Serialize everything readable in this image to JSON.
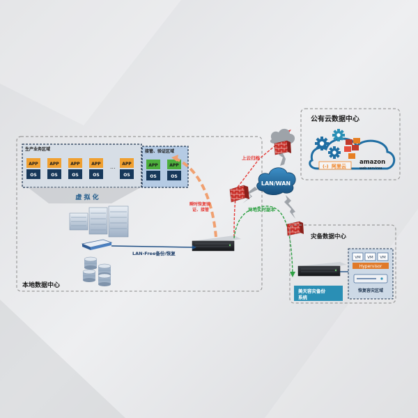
{
  "colors": {
    "background": "#e6e7e9",
    "dash_border": "#9a9a9a",
    "app_orange": "#f0a030",
    "os_navy": "#17385a",
    "app_green": "#4cae3c",
    "firewall_red": "#c8302a",
    "cloud_blue": "#1f6ea3",
    "red_path": "#e53935",
    "green_path": "#2ea043",
    "orange_path": "#f0a070",
    "title_text": "#1a1a1a"
  },
  "local_dc": {
    "title": "本地数据中心",
    "production_zone": {
      "title": "生产业务区域",
      "stack_labels": {
        "app": "APP",
        "os": "OS"
      },
      "ellipsis": "..."
    },
    "verify_zone": {
      "title": "接管、验证区域"
    },
    "virtualization_label": "虚 拟 化",
    "lan_free_label": "LAN-Free备份/恢复",
    "instant_recovery_label": [
      "瞬时恢复验",
      "证、接管"
    ]
  },
  "network": {
    "lan_wan_label": "LAN/WAN",
    "cloud_archive_label": "上云归档",
    "offsite_copy_label": "异地实时副本"
  },
  "public_cloud": {
    "title": "公有云数据中心",
    "aliyun_label": "阿里云",
    "amazon_label": "amazon",
    "aws_label": "web services"
  },
  "dr_center": {
    "title": "灾备数据中心",
    "system_label": [
      "美天容灾备份",
      "系统"
    ],
    "vm_labels": [
      "VM",
      "VM",
      "VM"
    ],
    "hypervisor_label": "Hypervisor",
    "recovery_zone_label": "恢复容灾区域"
  },
  "icons": [
    "gear-icon",
    "cloud-icon",
    "firewall-icon",
    "server-icon",
    "database-icon",
    "switch-icon",
    "rack-icon"
  ]
}
